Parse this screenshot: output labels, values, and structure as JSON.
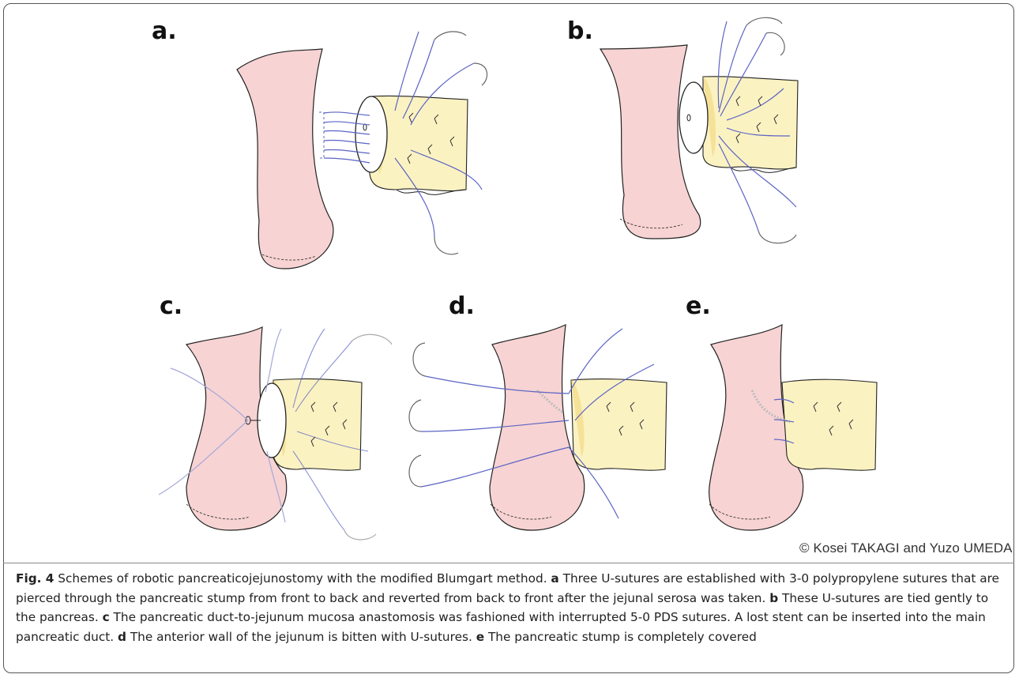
{
  "figure": {
    "panels": [
      {
        "label": "a."
      },
      {
        "label": "b."
      },
      {
        "label": "c."
      },
      {
        "label": "d."
      },
      {
        "label": "e."
      }
    ],
    "credit": "© Kosei TAKAGI and Yuzo UMEDA",
    "caption": {
      "fig_label": "Fig. 4",
      "intro": " Schemes of robotic pancreaticojejunostomy with the modified Blumgart method. ",
      "parts": [
        {
          "letter": "a",
          "text": " Three U-sutures are established with 3-0 polypropylene sutures that are pierced through the pancreatic stump from front to back and reverted from back to front after the jejunal serosa was taken. "
        },
        {
          "letter": "b",
          "text": " These U-sutures are tied gently to the pancreas. "
        },
        {
          "letter": "c",
          "text": " The pancreatic duct-to-jejunum mucosa anastomosis was fashioned with interrupted 5-0 PDS sutures. A lost stent can be inserted into the main pancreatic duct. "
        },
        {
          "letter": "d",
          "text": " The anterior wall of the jejunum is bitten with U-sutures. "
        },
        {
          "letter": "e",
          "text": " The pancreatic stump is completely covered"
        }
      ]
    },
    "colors": {
      "jejunum": "#f7d3d3",
      "pancreas": "#fbf2c2",
      "pancreas_edge": "#f2dc86",
      "suture": "#5b64c4",
      "suture_light": "#a4a8d8",
      "needle": "#666666",
      "outline": "#222222"
    }
  }
}
